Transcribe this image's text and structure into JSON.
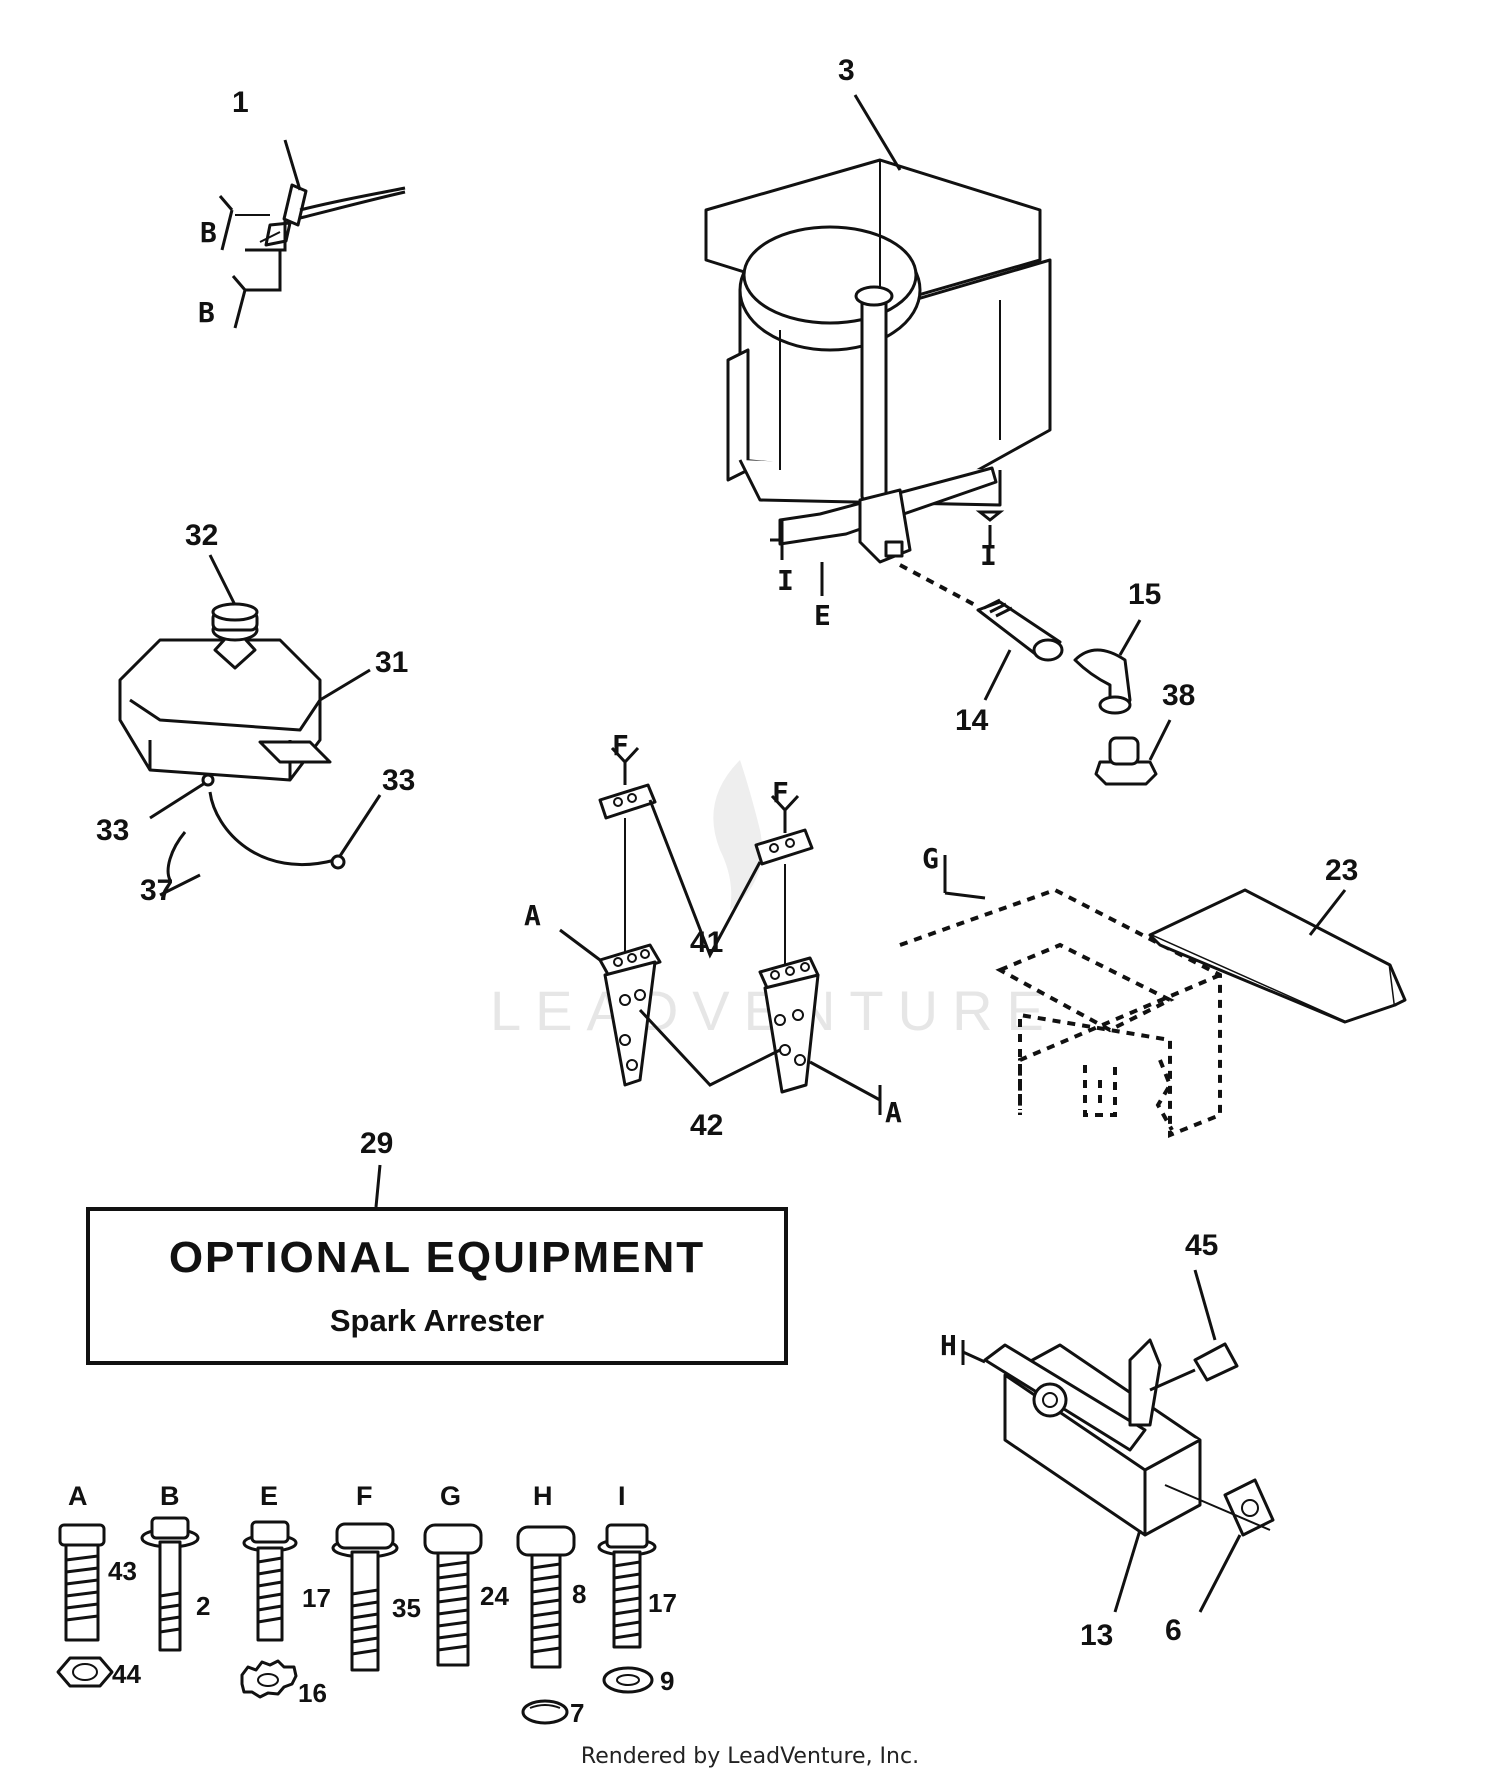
{
  "diagram": {
    "callouts": {
      "c1": "1",
      "c3": "3",
      "c32": "32",
      "c31": "31",
      "c33a": "33",
      "c33b": "33",
      "c37": "37",
      "c15": "15",
      "c14": "14",
      "c38": "38",
      "c41": "41",
      "c42": "42",
      "c23": "23",
      "c29": "29",
      "c45": "45",
      "c13": "13",
      "c6": "6"
    },
    "refs": {
      "B1": "B",
      "B2": "B",
      "I1": "I",
      "I2": "I",
      "E": "E",
      "F1": "F",
      "F2": "F",
      "A1": "A",
      "A2": "A",
      "G": "G",
      "H": "H"
    },
    "optional_box": {
      "title": "OPTIONAL EQUIPMENT",
      "subtitle": "Spark Arrester"
    },
    "hardware": [
      {
        "letter": "A",
        "bolt": "43",
        "extra": "44"
      },
      {
        "letter": "B",
        "bolt": "2",
        "extra": ""
      },
      {
        "letter": "E",
        "bolt": "17",
        "extra": "16"
      },
      {
        "letter": "F",
        "bolt": "35",
        "extra": ""
      },
      {
        "letter": "G",
        "bolt": "24",
        "extra": ""
      },
      {
        "letter": "H",
        "bolt": "8",
        "extra": "7"
      },
      {
        "letter": "I",
        "bolt": "17",
        "extra": "9"
      }
    ],
    "watermark": "LEADVENTURE",
    "credit": "Rendered by LeadVenture, Inc."
  }
}
